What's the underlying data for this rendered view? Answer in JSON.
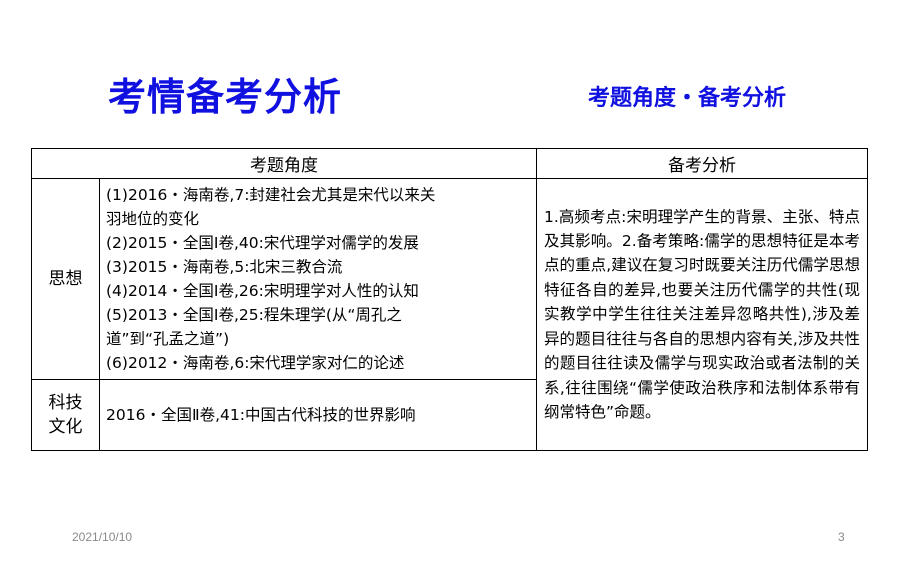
{
  "title": "考情备考分析",
  "subtitle": "考题角度・备考分析",
  "table": {
    "headers": [
      "考题角度",
      "备考分析"
    ],
    "rows": [
      {
        "category": "思想",
        "items": [
          "(1)2016・海南卷,7:封建社会尤其是宋代以来关",
          "羽地位的变化",
          "(2)2015・全国Ⅰ卷,40:宋代理学对儒学的发展",
          "(3)2015・海南卷,5:北宋三教合流",
          "(4)2014・全国Ⅰ卷,26:宋明理学对人性的认知",
          "(5)2013・全国Ⅰ卷,25:程朱理学(从“周孔之",
          "道”到“孔孟之道”)",
          "(6)2012・海南卷,6:宋代理学家对仁的论述"
        ]
      },
      {
        "category_lines": [
          "科技",
          "文化"
        ],
        "items": [
          "2016・全国Ⅱ卷,41:中国古代科技的世界影响"
        ]
      }
    ],
    "analysis": "1.高频考点:宋明理学产生的背景、主张、特点及其影响。2.备考策略:儒学的思想特征是本考点的重点,建议在复习时既要关注历代儒学思想特征各自的差异,也要关注历代儒学的共性(现实教学中学生往往关注差异忽略共性),涉及差异的题目往往与各自的思想内容有关,涉及共性的题目往往读及儒学与现实政治或者法制的关系,往往围绕“儒学使政治秩序和法制体系带有纲常特色”命题。"
  },
  "footer": {
    "date": "2021/10/10",
    "page": "3"
  }
}
